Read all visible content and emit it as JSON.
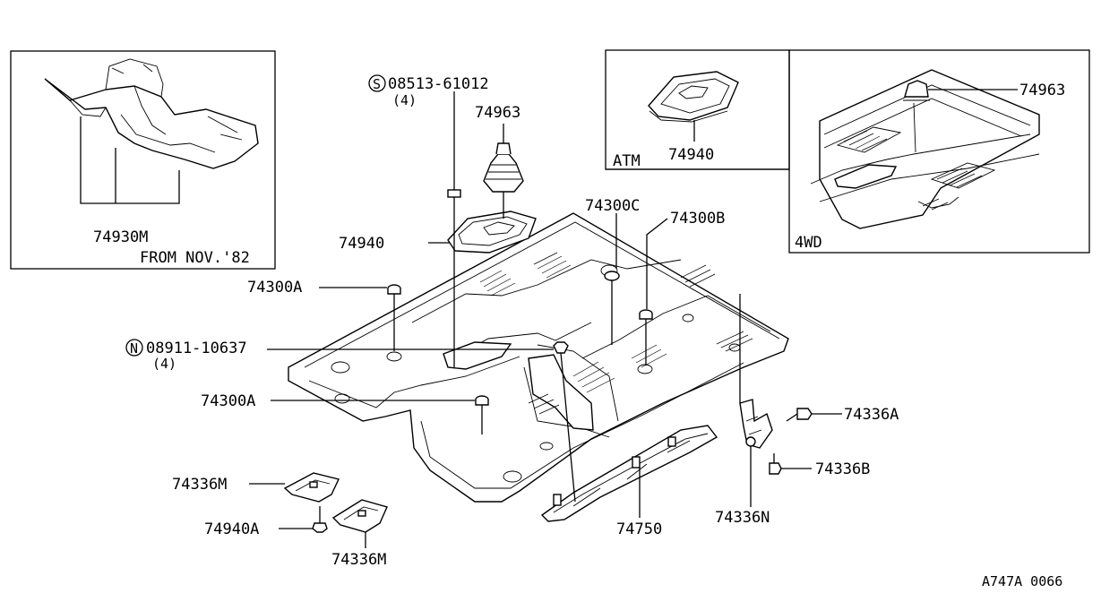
{
  "diagram": {
    "inset_top_left": {
      "part_number": "74930M",
      "caption": "FROM NOV.'82"
    },
    "inset_atm": {
      "caption": "ATM",
      "part_number": "74940"
    },
    "inset_4wd": {
      "caption": "4WD",
      "part_number": "74963"
    },
    "callouts": {
      "bolt_s_number": "08513-61012",
      "bolt_s_symbol": "S",
      "bolt_s_qty": "(4)",
      "nut_n_number": "08911-10637",
      "nut_n_symbol": "N",
      "nut_n_qty": "(4)",
      "grommet_upper": "74963",
      "cover_plate": "74940",
      "plug_c": "74300C",
      "plug_b": "74300B",
      "plug_a_upper": "74300A",
      "plug_a_lower": "74300A",
      "bolt_a": "74336A",
      "bolt_b": "74336B",
      "bracket_n": "74336N",
      "bracket_m_upper": "74336M",
      "bracket_m_lower": "74336M",
      "bolt_940a": "74940A",
      "under_cover": "74750"
    },
    "reference_code": "A747A 0066"
  }
}
